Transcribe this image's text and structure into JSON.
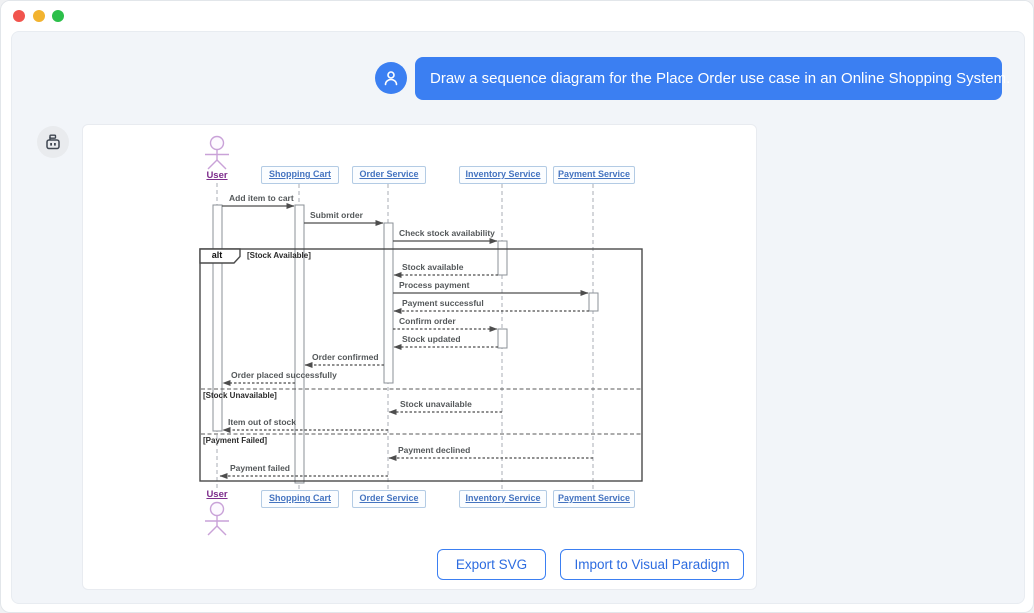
{
  "window": {
    "traffic_lights": {
      "close": "#f1544d",
      "minimize": "#f2b32f",
      "zoom": "#2cbf4a"
    }
  },
  "chat": {
    "user_message": "Draw a sequence diagram for the Place Order use case in an Online Shopping System.",
    "accent_blue": "#3b7ff2"
  },
  "diagram": {
    "type": "uml-sequence",
    "actor": "User",
    "actor_color": "#c9a2d8",
    "participants": [
      "Shopping Cart",
      "Order Service",
      "Inventory Service",
      "Payment Service"
    ],
    "alt_frame": {
      "operator": "alt",
      "guards": [
        "[Stock Available]",
        "[Stock Unavailable]",
        "[Payment Failed]"
      ]
    },
    "messages": [
      {
        "label": "Add item to cart",
        "from": "User",
        "to": "Shopping Cart",
        "type": "sync"
      },
      {
        "label": "Submit order",
        "from": "Shopping Cart",
        "to": "Order Service",
        "type": "sync"
      },
      {
        "label": "Check stock availability",
        "from": "Order Service",
        "to": "Inventory Service",
        "type": "sync"
      },
      {
        "label": "Stock available",
        "from": "Inventory Service",
        "to": "Order Service",
        "type": "return"
      },
      {
        "label": "Process payment",
        "from": "Order Service",
        "to": "Payment Service",
        "type": "sync"
      },
      {
        "label": "Payment successful",
        "from": "Payment Service",
        "to": "Order Service",
        "type": "return"
      },
      {
        "label": "Confirm order",
        "from": "Order Service",
        "to": "Inventory Service",
        "type": "return"
      },
      {
        "label": "Stock updated",
        "from": "Inventory Service",
        "to": "Order Service",
        "type": "return"
      },
      {
        "label": "Order confirmed",
        "from": "Order Service",
        "to": "Shopping Cart",
        "type": "return"
      },
      {
        "label": "Order placed successfully",
        "from": "Shopping Cart",
        "to": "User",
        "type": "return"
      },
      {
        "label": "Stock unavailable",
        "from": "Inventory Service",
        "to": "Order Service",
        "type": "return"
      },
      {
        "label": "Item out of stock",
        "from": "Order Service",
        "to": "User",
        "type": "return"
      },
      {
        "label": "Payment declined",
        "from": "Payment Service",
        "to": "Order Service",
        "type": "return"
      },
      {
        "label": "Payment failed",
        "from": "Order Service",
        "to": "User",
        "type": "return"
      }
    ]
  },
  "actions": {
    "export_svg": "Export SVG",
    "import_vp": "Import to Visual Paradigm"
  }
}
